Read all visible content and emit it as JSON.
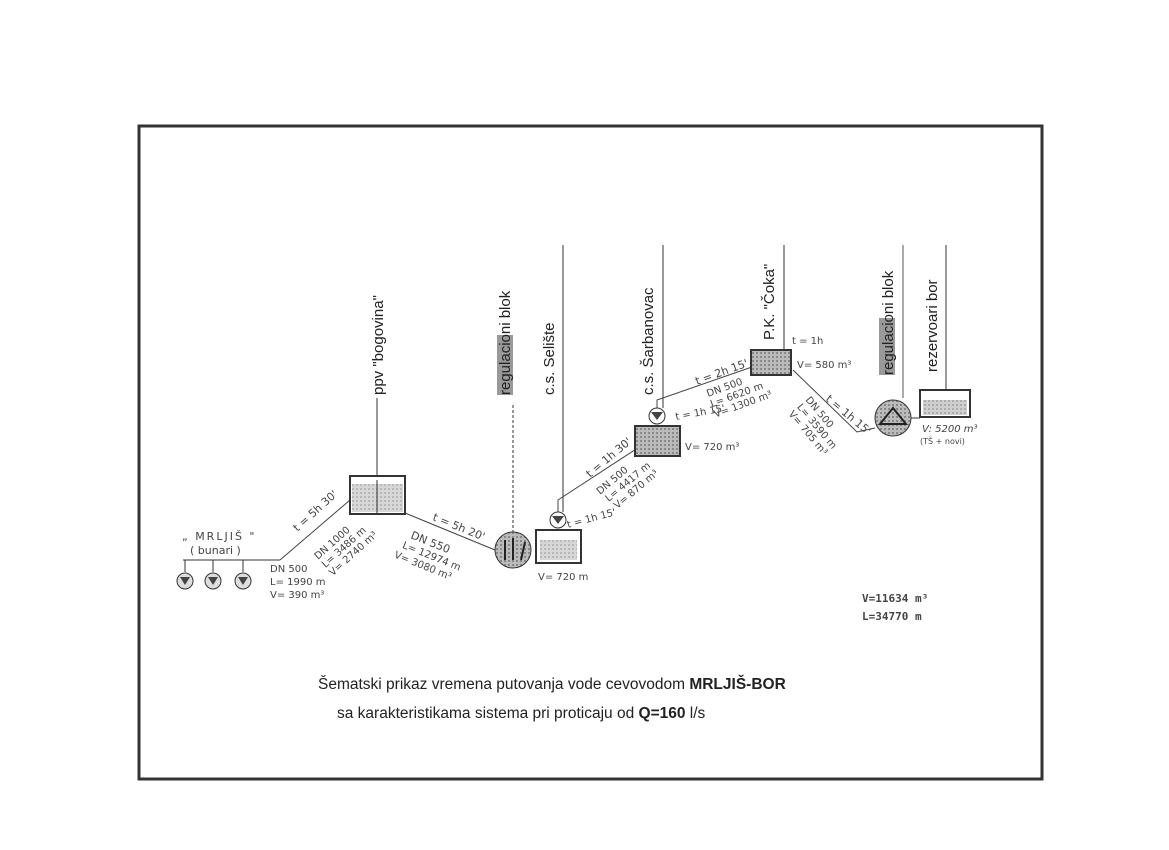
{
  "stations": {
    "ppv": "ppv \"bogovina\"",
    "reg1": "regulacioni blok",
    "seliste": "c.s. Selište",
    "sarbanovac": "c.s. Šarbanovac",
    "coka": "P.K. \"Čoka\"",
    "reg2": "regulacioni blok",
    "bor": "rezervoari bor"
  },
  "source": {
    "name": "„ MRLJIŠ \"",
    "sub": "( bunari )"
  },
  "segments": {
    "s1": {
      "dn": "DN 500",
      "l": "L= 1990 m",
      "v": "V= 390 m³"
    },
    "s2": {
      "t": "t = 5h 30'",
      "dn": "DN 1000",
      "l": "L= 3486 m",
      "v": "V= 2740 m³"
    },
    "s3": {
      "t": "t = 5h 20'",
      "dn": "DN 550",
      "l": "L= 12974 m",
      "v": "V= 3080 m³"
    },
    "s4": {
      "t": "t = 1h 30'",
      "dn": "DN 500",
      "l": "L= 4417 m",
      "v": "V= 870 m³",
      "t2": "t = 1h 15'"
    },
    "s5": {
      "t": "t = 2h 15'",
      "dn": "DN 500",
      "l": "L= 6620 m",
      "v": "V= 1300 m³",
      "t2": "t = 1h 15'"
    },
    "s6": {
      "t": "t = 1h 15'",
      "dn": "DN 500",
      "l": "L= 3590 m",
      "v": "V= 705 m³"
    }
  },
  "tanks": {
    "seliste_v": "V= 720 m",
    "sarbanovac_v": "V= 720 m³",
    "coka_t": "t = 1h",
    "coka_v": "V= 580 m³",
    "bor_v": "V: 5200 m³",
    "bor_sub": "(TŠ + novi)"
  },
  "totals": {
    "v": "V=11634  m³",
    "l": "L=34770  m"
  },
  "caption": {
    "line1_prefix": "Šematski prikaz vremena putovanja vode cevovodom ",
    "line1_bold": "MRLJIŠ-BOR",
    "line2_prefix": "sa karakteristikama sistema pri proticaju od ",
    "line2_bold": "Q=160",
    "line2_suffix": " l/s"
  }
}
